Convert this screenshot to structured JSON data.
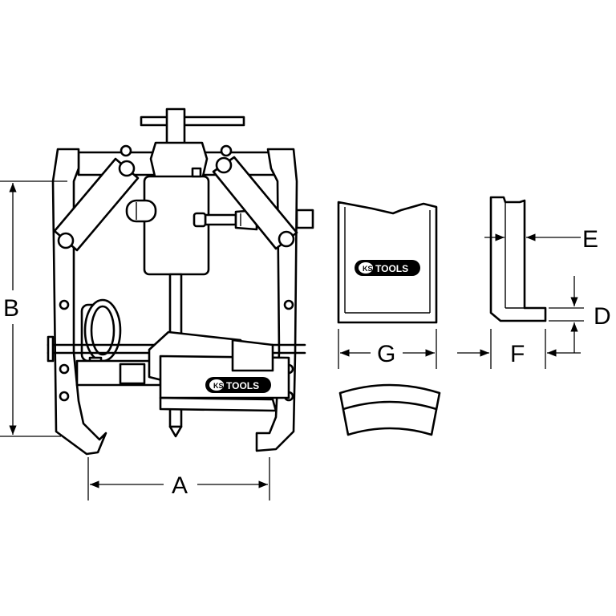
{
  "labels": {
    "a": "A",
    "b": "B",
    "d": "D",
    "e": "E",
    "f": "F",
    "g": "G"
  },
  "logos": [
    {
      "brand": "KS TOOLS",
      "part": "jaw-insert"
    },
    {
      "brand": "KS TOOLS",
      "part": "hydraulic-cylinder"
    }
  ],
  "colors": {
    "line": "#000000",
    "background": "#ffffff"
  }
}
